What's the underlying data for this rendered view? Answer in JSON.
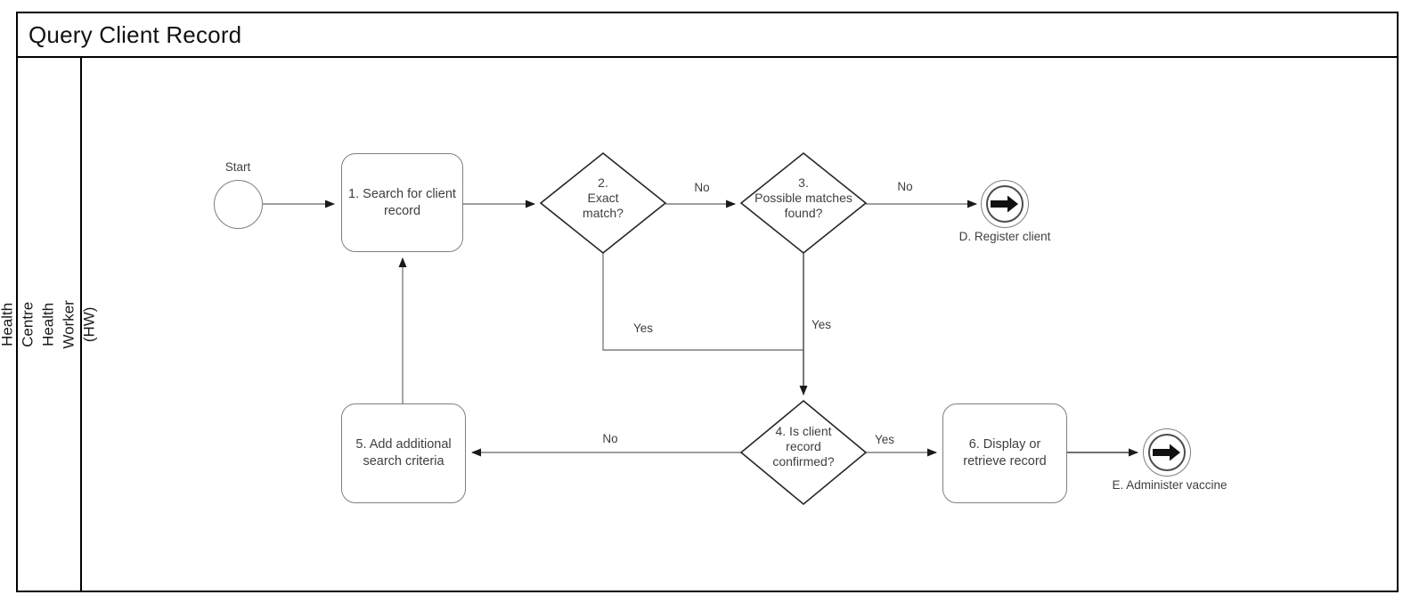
{
  "title": "Query Client Record",
  "lane": {
    "label": "Health Centre\nHealth Worker (HW)"
  },
  "nodes": {
    "start": {
      "label": "Start",
      "type": "start-event"
    },
    "task1": {
      "label": "1. Search for client\nrecord",
      "type": "task"
    },
    "gateway2": {
      "label": "2.\nExact\nmatch?",
      "type": "gateway"
    },
    "gateway3": {
      "label": "3.\nPossible matches\nfound?",
      "type": "gateway"
    },
    "gateway4": {
      "label": "4. Is client\nrecord\nconfirmed?",
      "type": "gateway"
    },
    "task5": {
      "label": "5. Add additional\nsearch criteria",
      "type": "task"
    },
    "task6": {
      "label": "6. Display or\nretrieve record",
      "type": "task"
    },
    "endD": {
      "label": "D. Register client",
      "type": "end-event",
      "icon": "thick-right-arrow-icon"
    },
    "endE": {
      "label": "E. Administer vaccine",
      "type": "end-event",
      "icon": "thick-right-arrow-icon"
    }
  },
  "edges": {
    "start_to_task1": {
      "label": ""
    },
    "task1_to_gateway2": {
      "label": ""
    },
    "gateway2_no": {
      "label": "No"
    },
    "gateway2_yes": {
      "label": "Yes"
    },
    "gateway3_no": {
      "label": "No"
    },
    "gateway3_yes": {
      "label": "Yes"
    },
    "gateway4_no": {
      "label": "No"
    },
    "gateway4_yes": {
      "label": "Yes"
    },
    "task5_to_task1": {
      "label": ""
    },
    "task6_to_endE": {
      "label": ""
    }
  },
  "colors": {
    "frame": "#000000",
    "connector": "#7f7f7f",
    "connector_dark": "#404040",
    "task_border": "#7f7f7f",
    "gateway_border": "#262626",
    "arrowhead": "#1a1a1a",
    "text": "#3f3f3f",
    "background": "#ffffff"
  }
}
